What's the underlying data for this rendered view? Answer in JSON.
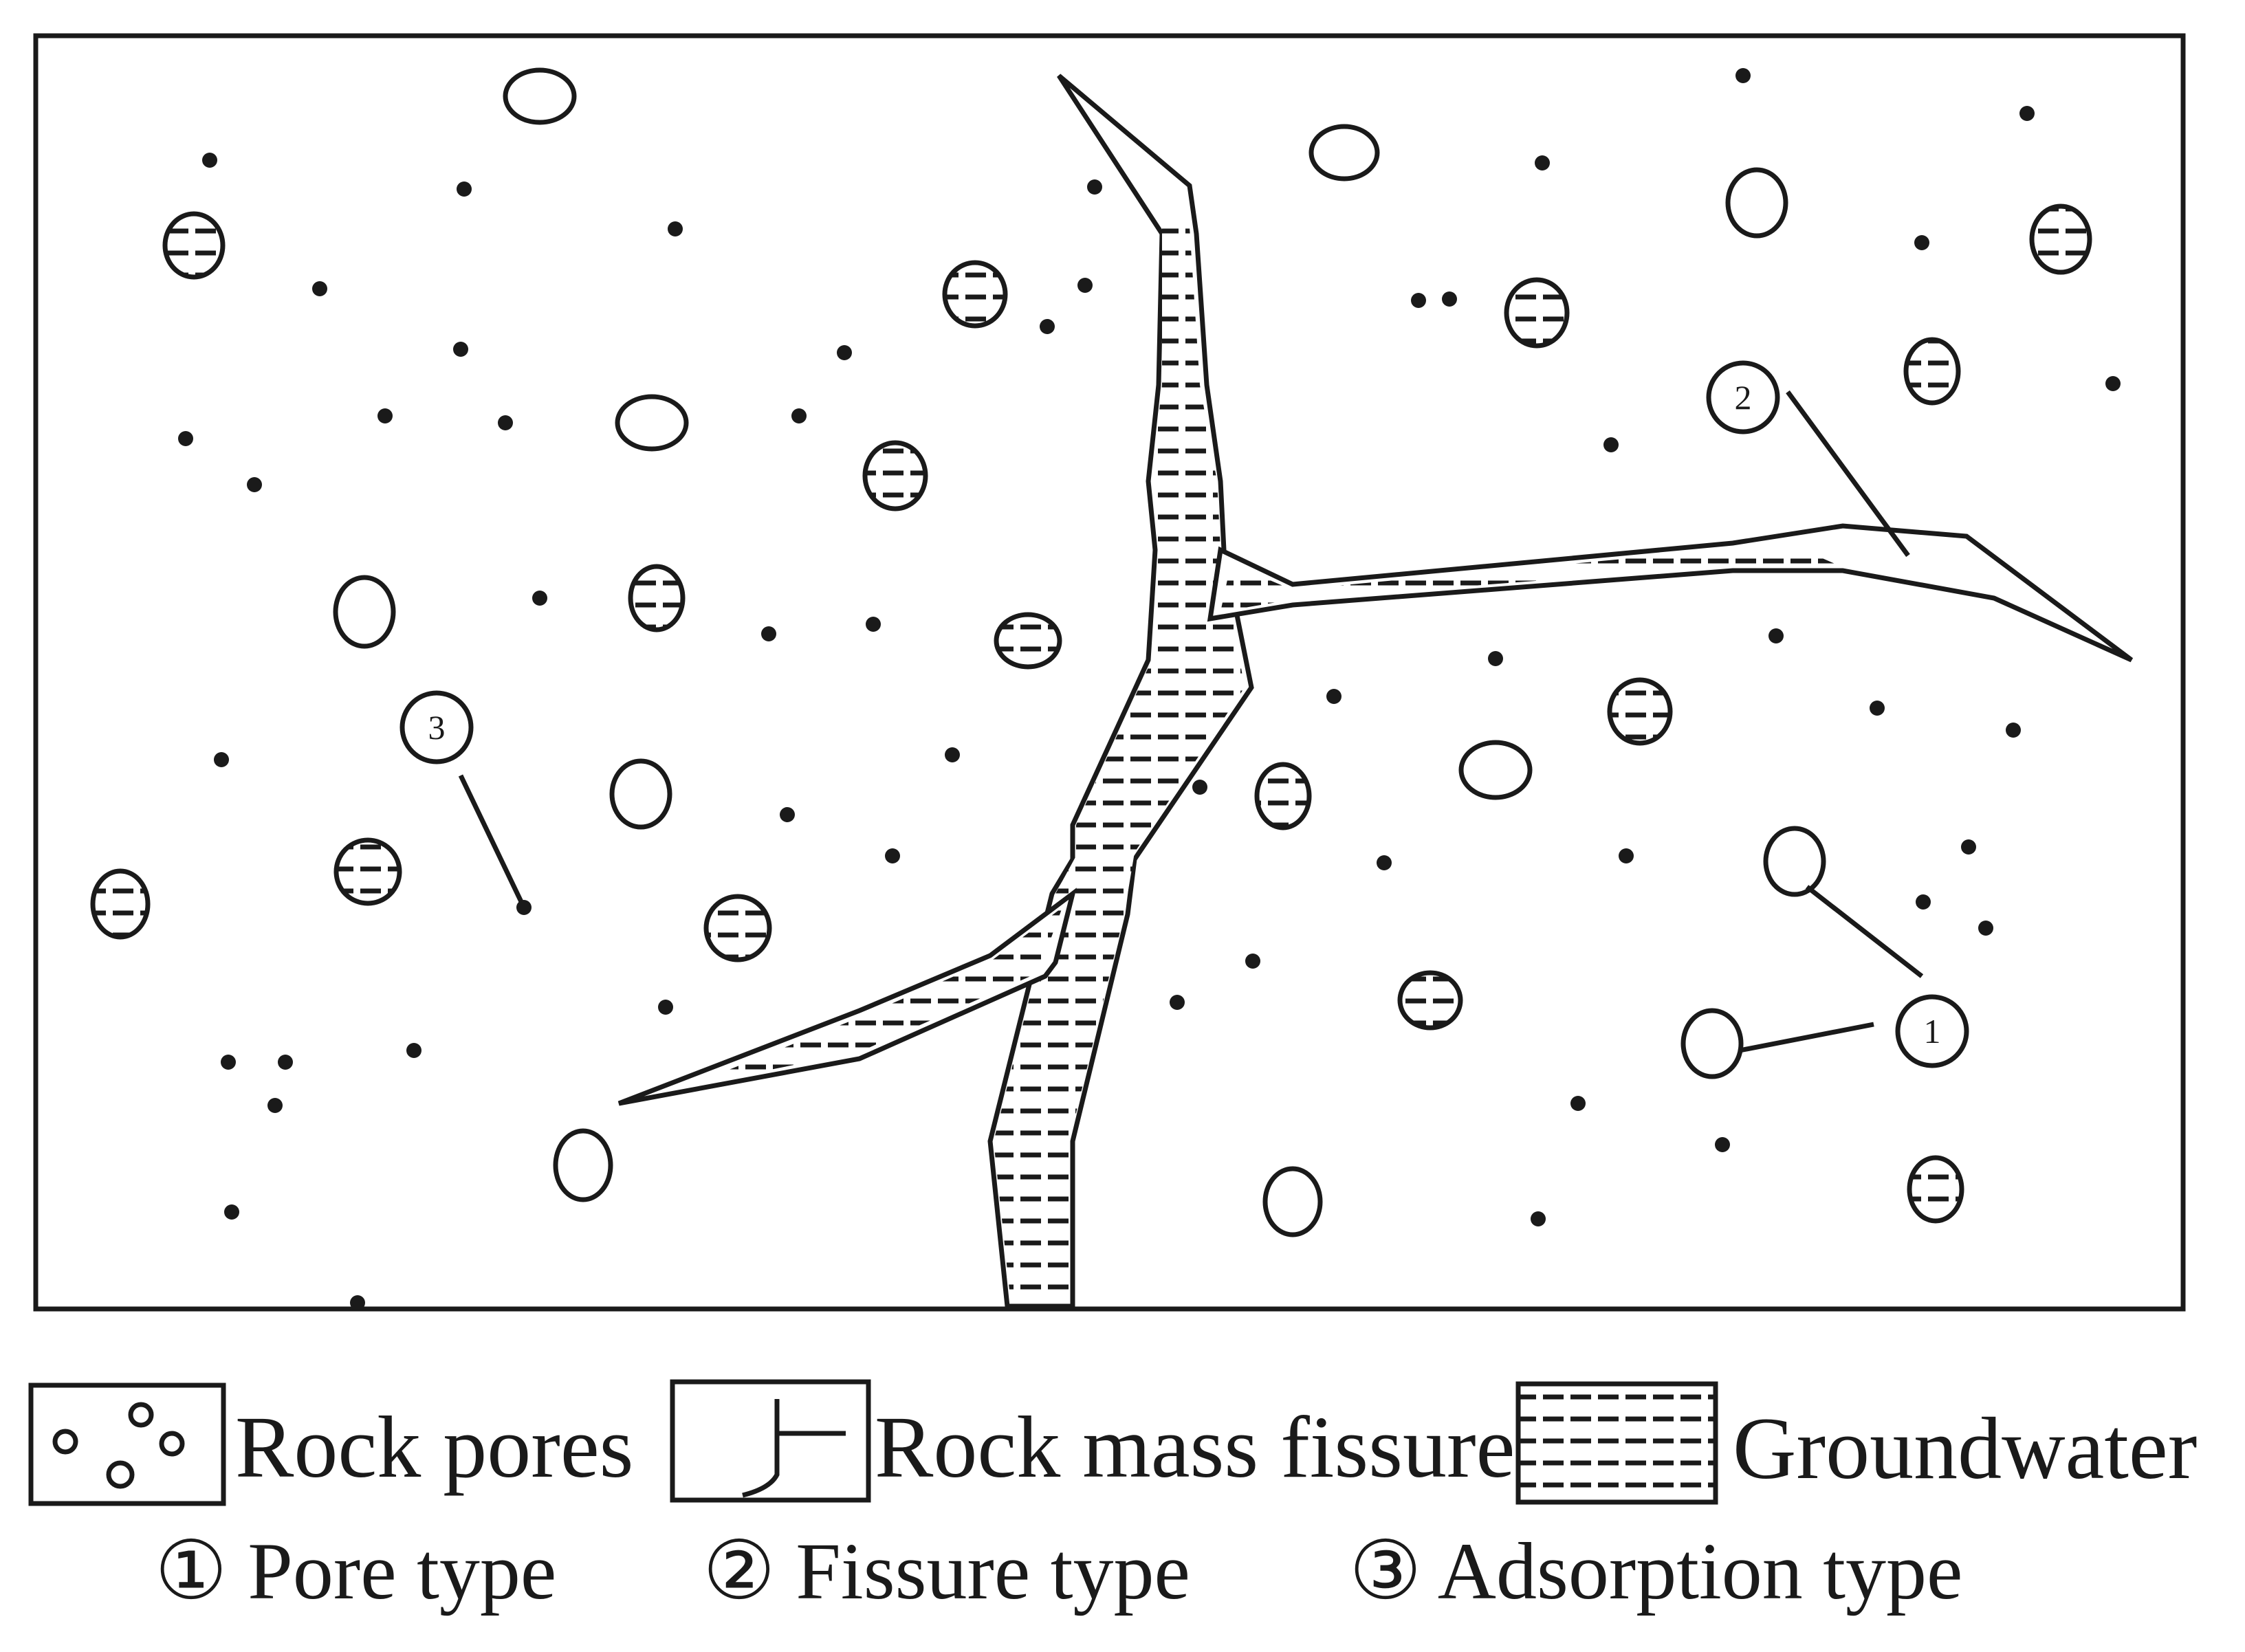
{
  "legend": {
    "rock_pores": "Rock pores",
    "fissure": "Rock mass fissure",
    "groundwater": "Groundwater"
  },
  "caption": {
    "pore_type": "① Pore type",
    "fissure_type": "② Fissure type",
    "adsorption_type": "③ Adsorption type"
  },
  "markers": {
    "one": "1",
    "two": "2",
    "three": "3"
  },
  "colors": {
    "ink": "#1a1a1a",
    "background": "#ffffff"
  }
}
